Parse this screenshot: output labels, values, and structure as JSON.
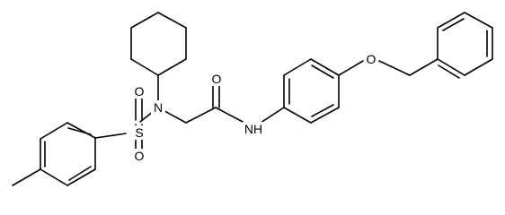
{
  "molecule": {
    "atoms": [
      {
        "id": "N_sulfonamide",
        "label": "N"
      },
      {
        "id": "S",
        "label": "S"
      },
      {
        "id": "O_sulfonyl_upper",
        "label": "O"
      },
      {
        "id": "O_sulfonyl_lower",
        "label": "O"
      },
      {
        "id": "O_amide",
        "label": "O"
      },
      {
        "id": "N_amide",
        "label": "NH"
      },
      {
        "id": "O_ether",
        "label": "O"
      }
    ]
  },
  "colors": {
    "bond": "#000000",
    "text": "#000000",
    "background": "#ffffff"
  }
}
